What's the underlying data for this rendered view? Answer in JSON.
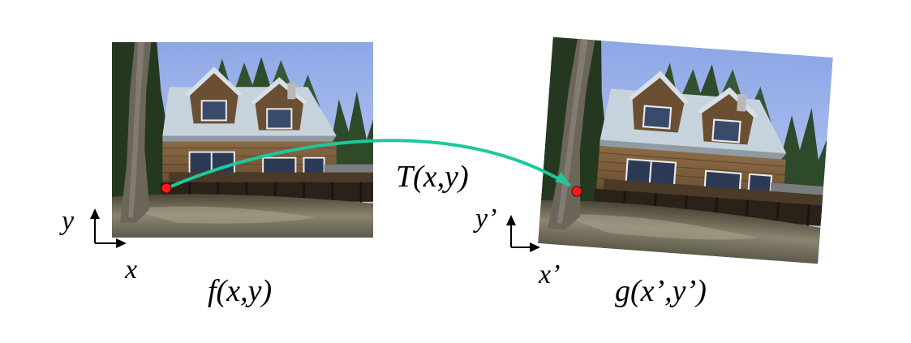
{
  "labels": {
    "source_axis_y": "y",
    "source_axis_x": "x",
    "source_caption": "f(x,y)",
    "transform": "T(x,y)",
    "target_axis_y": "y’",
    "target_axis_x": "x’",
    "target_caption": "g(x’,y’)"
  },
  "colors": {
    "arrow": "#1fc79a",
    "point": "#ff1a1a",
    "sky": "#9db2e8",
    "roof": "#c9d6df"
  },
  "images": {
    "source": "house-photo",
    "target": "house-photo-rotated"
  }
}
